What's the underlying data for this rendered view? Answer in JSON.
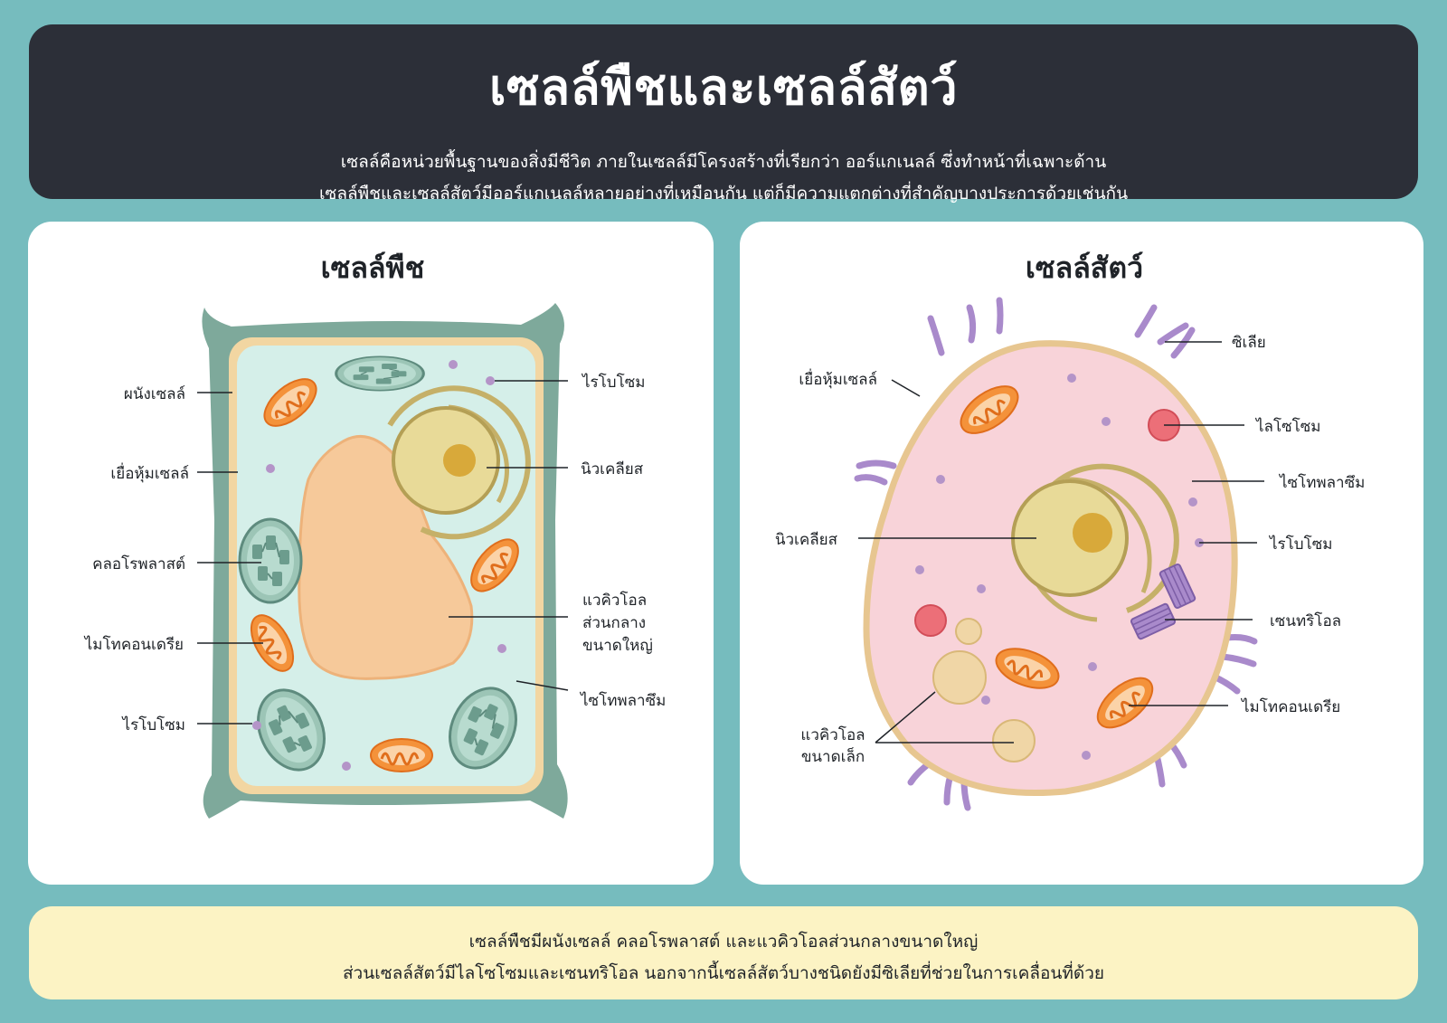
{
  "header": {
    "title": "เซลล์พืชและเซลล์สัตว์",
    "subtitle_line1": "เซลล์คือหน่วยพื้นฐานของสิ่งมีชีวิต ภายในเซลล์มีโครงสร้างที่เรียกว่า ออร์แกเนลล์ ซึ่งทำหน้าที่เฉพาะด้าน",
    "subtitle_line2": "เซลล์พืชและเซลล์สัตว์มีออร์แกเนลล์หลายอย่างที่เหมือนกัน แต่ก็มีความแตกต่างที่สำคัญบางประการด้วยเช่นกัน"
  },
  "plant_cell": {
    "title": "เซลล์พืช",
    "labels": {
      "cell_wall": "ผนังเซลล์",
      "cell_membrane": "เยื่อหุ้มเซลล์",
      "chloroplast": "คลอโรพลาสต์",
      "mitochondria": "ไมโทคอนเดรีย",
      "ribosome_left": "ไรโบโซม",
      "ribosome_right": "ไรโบโซม",
      "nucleus": "นิวเคลียส",
      "vacuole_line1": "แวคิวโอล",
      "vacuole_line2": "ส่วนกลาง",
      "vacuole_line3": "ขนาดใหญ่",
      "cytoplasm": "ไซโทพลาซึม"
    }
  },
  "animal_cell": {
    "title": "เซลล์สัตว์",
    "labels": {
      "cell_membrane": "เยื่อหุ้มเซลล์",
      "cilia": "ซิเลีย",
      "lysosome": "ไลโซโซม",
      "cytoplasm": "ไซโทพลาซึม",
      "ribosome": "ไรโบโซม",
      "nucleus": "นิวเคลียส",
      "centriole": "เซนทริโอล",
      "mitochondria": "ไมโทคอนเดรีย",
      "vacuole_line1": "แวคิวโอล",
      "vacuole_line2": "ขนาดเล็ก"
    }
  },
  "footer": {
    "line1": "เซลล์พืชมีผนังเซลล์ คลอโรพลาสต์ และแวคิวโอลส่วนกลางขนาดใหญ่",
    "line2": "ส่วนเซลล์สัตว์มีไลโซโซมและเซนทริโอล นอกจากนี้เซลล์สัตว์บางชนิดยังมีซิเลียที่ช่วยในการเคลื่อนที่ด้วย"
  },
  "colors": {
    "background": "#76bcbe",
    "header_bg": "#2c2f38",
    "footer_bg": "#fcf3c4",
    "cell_wall": "#7ea99b",
    "plant_cytoplasm": "#d5efe9",
    "vacuole": "#f6c99a",
    "animal_cytoplasm": "#f8d3d9",
    "mitochondria": "#f4923a",
    "nucleus": "#d9c57a",
    "lysosome": "#ec6f78",
    "ribosome": "#b494c8",
    "cilia": "#a98acb"
  }
}
